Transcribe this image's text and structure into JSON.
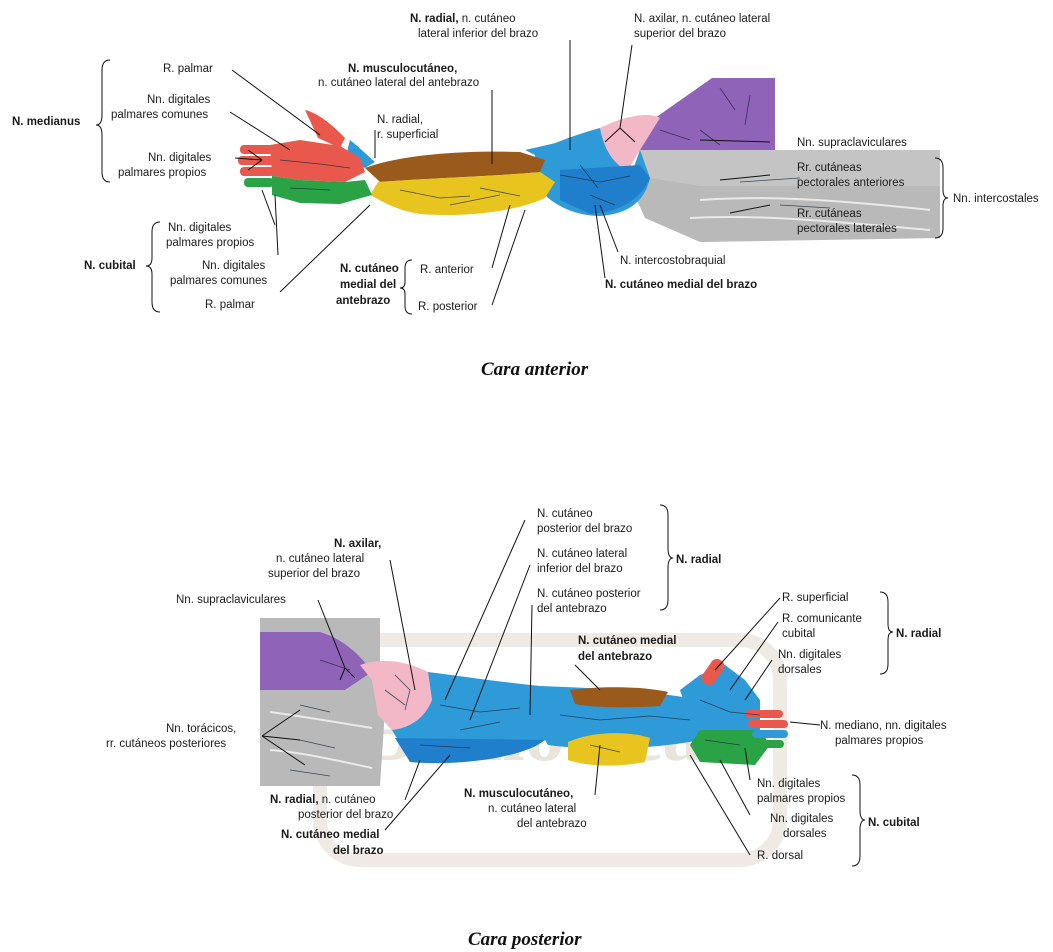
{
  "colors": {
    "radial_blue": "#2f9ad8",
    "median_red": "#e8584c",
    "ulnar_green": "#2aa246",
    "musculocutaneous_brown": "#9a5a1c",
    "medial_forearm_yellow": "#e8c41e",
    "axillary_pink": "#f2b8c8",
    "supraclavicular_purple": "#8e63b8",
    "intercostal_gray": "#b9b9b9"
  },
  "anterior": {
    "caption": "Cara anterior",
    "labels": {
      "radial_bold": "N. radial,",
      "radial_rest": " n. cutáneo",
      "radial_line2": "lateral inferior del brazo",
      "axilar_line1": "N. axilar, n. cutáneo lateral",
      "axilar_line2": "superior del brazo",
      "r_palmar_top": "R. palmar",
      "musculo_bold": "N. musculocutáneo,",
      "musculo_line2": "n. cutáneo lateral del antebrazo",
      "medianus": "N. medianus",
      "ndpc1_line1": "Nn. digitales",
      "ndpc1_line2": "palmares comunes",
      "nr_sup_line1": "N. radial,",
      "nr_sup_line2": "r. superficial",
      "supraclav": "Nn. supraclaviculares",
      "ndpp1_line1": "Nn. digitales",
      "ndpp1_line2": "palmares propios",
      "rr_ant_line1": "Rr. cutáneas",
      "rr_ant_line2": "pectorales anteriores",
      "intercostales": "Nn. intercostales",
      "rr_lat_line1": "Rr. cutáneas",
      "rr_lat_line2": "pectorales laterales",
      "ndpp2_line1": "Nn. digitales",
      "ndpp2_line2": "palmares propios",
      "cubital": "N. cubital",
      "ndpc2_line1": "Nn. digitales",
      "ndpc2_line2": "palmares comunes",
      "r_palmar_bottom": "R. palmar",
      "cmed_ant_line1": "N. cutáneo",
      "cmed_ant_line2": "medial del",
      "cmed_ant_line3": "antebrazo",
      "r_anterior": "R. anterior",
      "r_posterior": "R. posterior",
      "intercostobraquial": "N. intercostobraquial",
      "cmed_brazo": "N. cutáneo medial del brazo"
    }
  },
  "posterior": {
    "caption": "Cara posterior",
    "labels": {
      "cpb_line1": "N. cutáneo",
      "cpb_line2": "posterior del brazo",
      "clib_line1": "N. cutáneo lateral",
      "clib_line2": "inferior del brazo",
      "cpa_line1": "N. cutáneo posterior",
      "cpa_line2": "del antebrazo",
      "radial_group": "N. radial",
      "axilar_bold": "N. axilar,",
      "axilar_line2": "n. cutáneo lateral",
      "axilar_line3": "superior del brazo",
      "supraclav": "Nn. supraclaviculares",
      "r_superficial": "R. superficial",
      "r_com_line1": "R. comunicante",
      "r_com_line2": "cubital",
      "radial_group2": "N. radial",
      "cma_line1": "N. cutáneo medial",
      "cma_line2": "del antebrazo",
      "ndd1_line1": "Nn. digitales",
      "ndd1_line2": "dorsales",
      "toracicos_line1": "Nn. torácicos,",
      "toracicos_line2": "rr. cutáneos posteriores",
      "mediano_line1": "N. mediano, nn. digitales",
      "mediano_line2": "palmares propios",
      "ndpp_line1": "Nn. digitales",
      "ndpp_line2": "palmares propios",
      "radial_cpb_bold": "N. radial,",
      "radial_cpb_rest": " n. cutáneo",
      "radial_cpb_line2": "posterior del brazo",
      "musculo_bold": "N. musculocutáneo,",
      "musculo_line2": "n. cutáneo lateral",
      "musculo_line3": "del antebrazo",
      "ndd2_line1": "Nn. digitales",
      "ndd2_line2": "dorsales",
      "cubital": "N. cubital",
      "cmb_line1": "N. cutáneo medial",
      "cmb_line2": "del brazo",
      "r_dorsal": "R. dorsal"
    }
  }
}
